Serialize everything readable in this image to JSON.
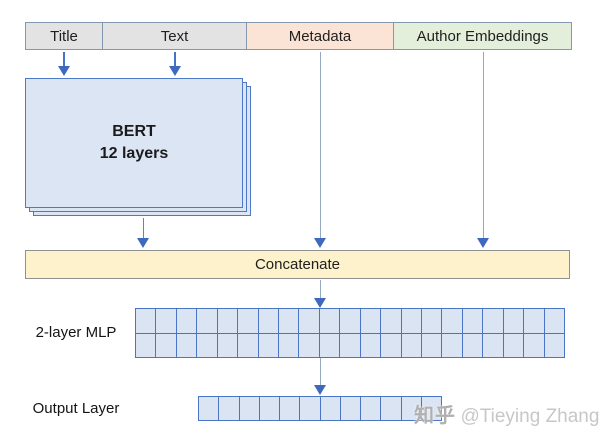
{
  "input_row": [
    {
      "label": "Title",
      "fill": "#e3e3e3"
    },
    {
      "label": "Text",
      "fill": "#e3e3e3"
    },
    {
      "label": "Metadata",
      "fill": "#fbe3d5"
    },
    {
      "label": "Author Embeddings",
      "fill": "#e3efda"
    }
  ],
  "bert_block": {
    "title": "BERT",
    "subtitle": "12 layers",
    "fill": "#dbe5f4",
    "stack_count": 3
  },
  "concatenate_bar": {
    "label": "Concatenate",
    "fill": "#fdf2cc"
  },
  "mlp_block": {
    "label": "2-layer MLP",
    "columns": 21,
    "rows": 2,
    "cell_fill": "#dbe4f3"
  },
  "output_block": {
    "label": "Output Layer",
    "columns": 12,
    "rows": 1,
    "cell_fill": "#dbe4f3"
  },
  "watermark": {
    "site": "知乎",
    "author": "@Tieying Zhang"
  },
  "colors": {
    "arrow": "#3f69bf",
    "connector_line": "#97a9c0",
    "input_box_border": "#8496b0",
    "bert_border": "#4d79c7",
    "grid_border": "#4a74c4",
    "concatenate_border": "#909090"
  }
}
